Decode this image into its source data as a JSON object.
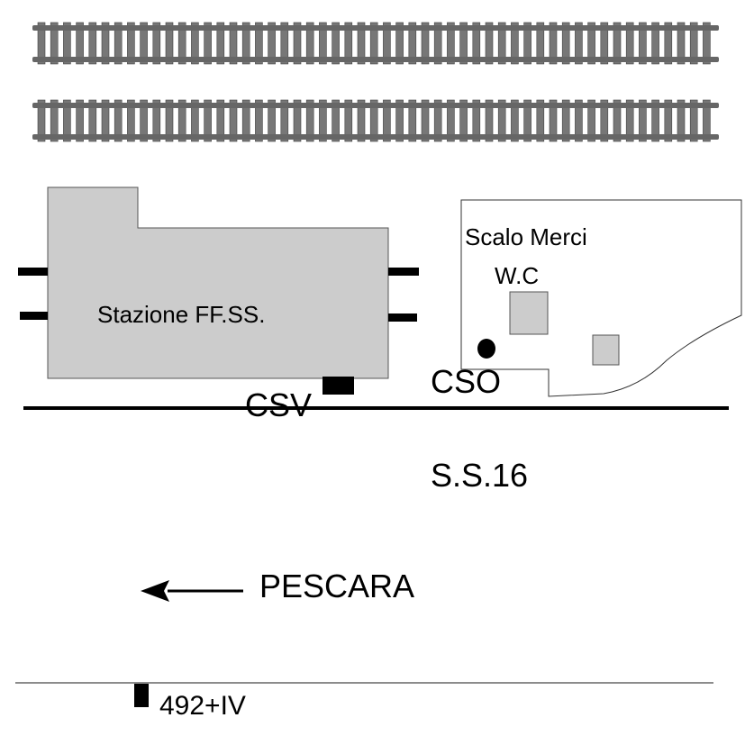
{
  "labels": {
    "station": "Stazione FF.SS.",
    "freight_yard": "Scalo Merci",
    "wc": "W.C",
    "cso": "CSO",
    "csv": "CSV",
    "road": "S.S.16",
    "direction": "PESCARA",
    "marker": "492+IV"
  },
  "colors": {
    "building_fill": "#cccccc",
    "rail": "#666666",
    "sleeper": "#777777",
    "line": "#000000",
    "thin_line": "#8c8c8c"
  }
}
